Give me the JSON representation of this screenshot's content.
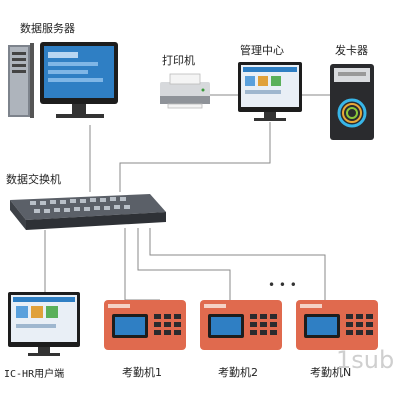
{
  "nodes": {
    "data_server": {
      "label": "数据服务器"
    },
    "printer": {
      "label": "打印机"
    },
    "management_center": {
      "label": "管理中心"
    },
    "card_issuer": {
      "label": "发卡器"
    },
    "data_switch": {
      "label": "数据交换机"
    },
    "ic_hr_client": {
      "label": "IC-HR用户端"
    },
    "attendance_1": {
      "label": "考勤机1"
    },
    "attendance_2": {
      "label": "考勤机2"
    },
    "attendance_n": {
      "label": "考勤机N"
    }
  },
  "ellipsis": "• • •",
  "watermark": "1sub",
  "colors": {
    "line": "#888888",
    "device_red": "#e06a4e",
    "screen_blue": "#2f7fc4",
    "monitor_dark": "#1d1d1d",
    "switch_dark": "#3a3d42"
  }
}
